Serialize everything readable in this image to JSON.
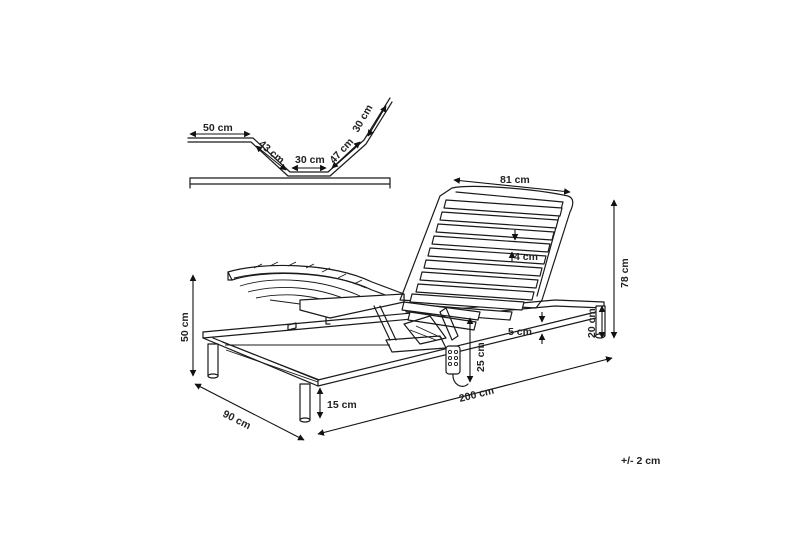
{
  "profile_labels": {
    "seg_50": "50 cm",
    "seg_43": "43 cm",
    "seg_30_bottom": "30 cm",
    "seg_47": "47 cm",
    "seg_30_top": "30 cm"
  },
  "bed_labels": {
    "width_81": "81 cm",
    "depth_4": "4 cm",
    "height_78": "78 cm",
    "height_50": "50 cm",
    "height_25": "25 cm",
    "gap_5": "5 cm",
    "height_20": "20 cm",
    "leg_15": "15 cm",
    "width_90": "90 cm",
    "length_200": "200 cm"
  },
  "tolerance": "+/- 2 cm"
}
